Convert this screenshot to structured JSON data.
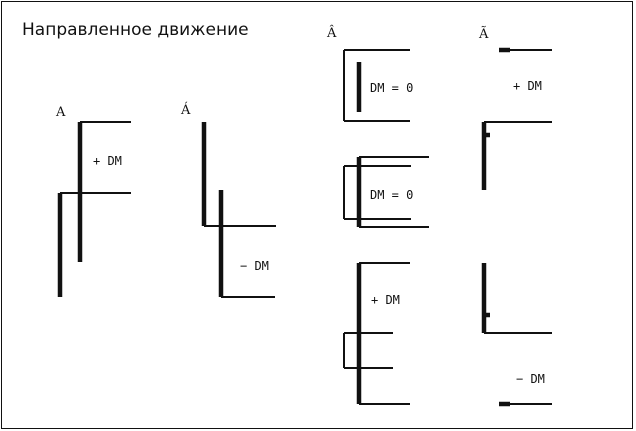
{
  "title": "Направленное движение",
  "panels": {
    "A": {
      "label": "A",
      "annotation": "+ DM"
    },
    "A_acute": {
      "label": "Á",
      "annotation": "− DM"
    },
    "A_hat": {
      "label": "Â",
      "annotations": [
        "DM = 0",
        "DM = 0",
        "+ DM"
      ]
    },
    "A_tilde": {
      "label": "Ã",
      "annotations": [
        "+ DM",
        "− DM"
      ]
    }
  }
}
